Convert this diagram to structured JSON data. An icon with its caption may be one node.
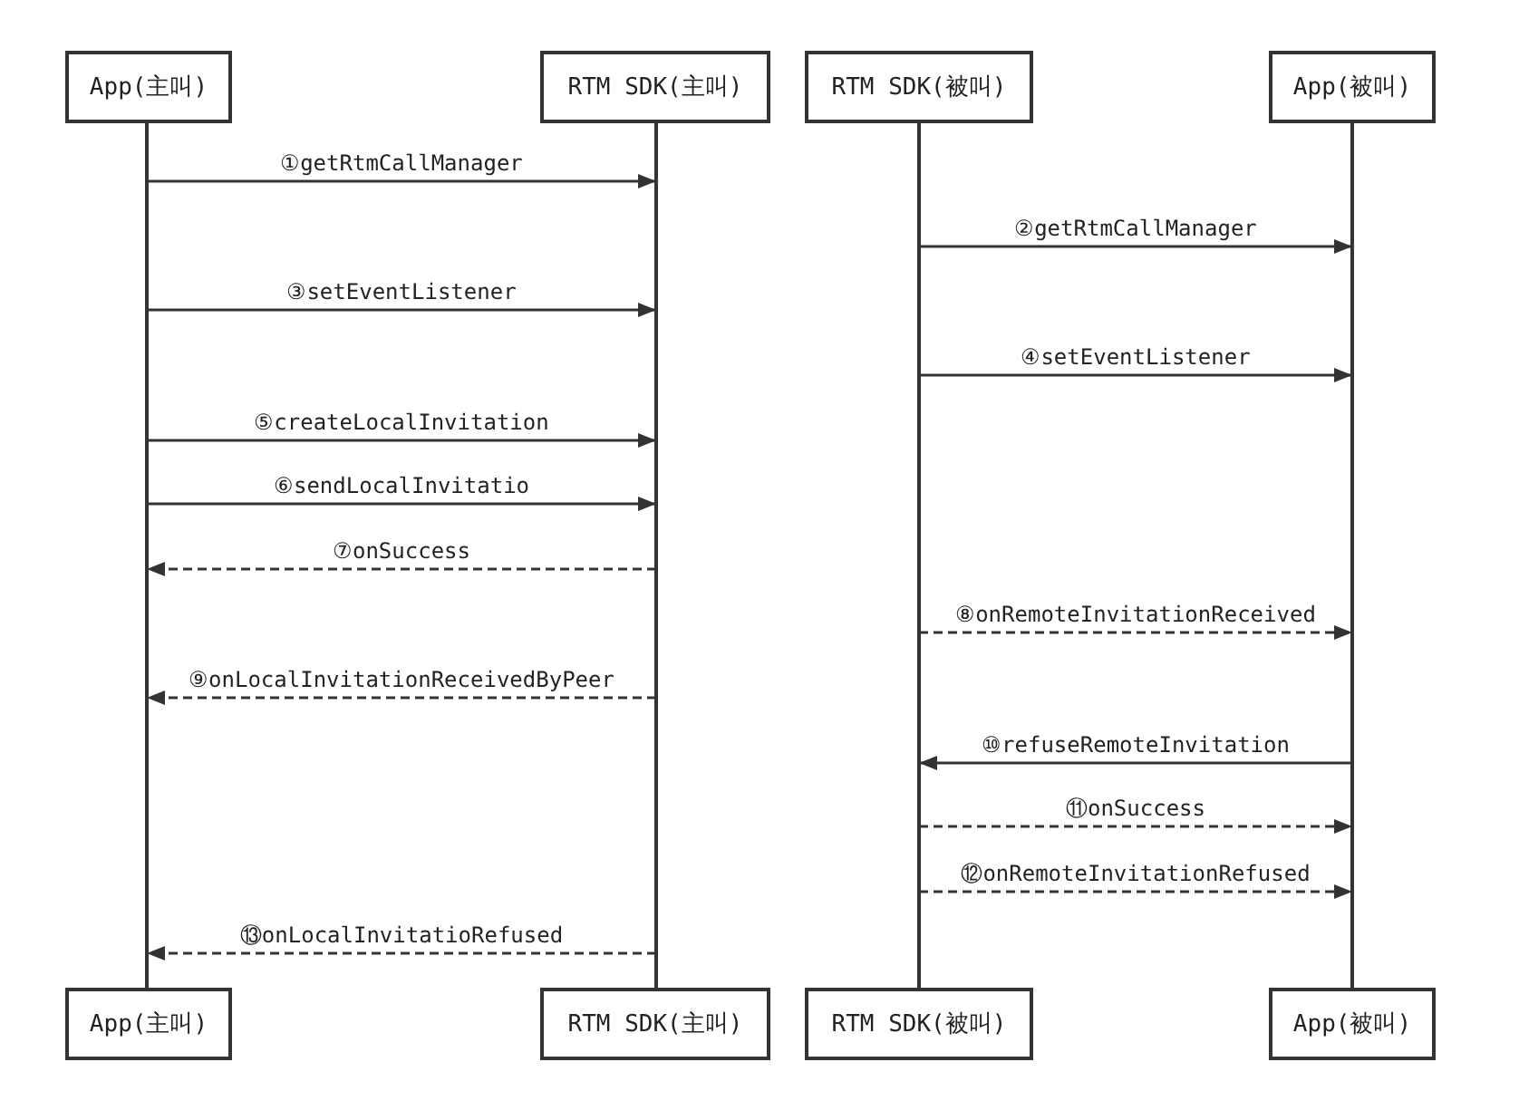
{
  "diagram": {
    "nodes": [
      {
        "text": [
          "App(主叫)"
        ]
      },
      {
        "text": [
          "RTM SDK(主叫)"
        ]
      },
      {
        "text": [
          "RTM SDK(被叫)"
        ]
      },
      {
        "text": [
          "App(被叫)"
        ]
      },
      {
        "text": [
          "App(主叫)"
        ]
      },
      {
        "text": [
          "RTM SDK(主叫)"
        ]
      },
      {
        "text": [
          "RTM SDK(被叫)"
        ]
      },
      {
        "text": [
          "App(被叫)"
        ]
      },
      {
        "text": [],
        "shape": "bar"
      },
      {
        "text": [],
        "shape": "bar"
      },
      {
        "text": [],
        "shape": "bar"
      },
      {
        "text": [],
        "shape": "bar"
      }
    ],
    "edges": [
      {
        "from": 8,
        "to": 9,
        "arrow": "to",
        "label": "①getRtmCallManager"
      },
      {
        "from": 10,
        "to": 11,
        "arrow": "to",
        "label": "②getRtmCallManager"
      },
      {
        "from": 8,
        "to": 9,
        "arrow": "to",
        "label": "③setEventListener"
      },
      {
        "from": 10,
        "to": 11,
        "arrow": "to",
        "label": "④setEventListener"
      },
      {
        "from": 8,
        "to": 9,
        "arrow": "to",
        "label": "⑤createLocalInvitation"
      },
      {
        "from": 8,
        "to": 9,
        "arrow": "to",
        "label": "⑥sendLocalInvitatio"
      },
      {
        "from": 9,
        "to": 8,
        "arrow": "to",
        "label": "⑦onSuccess",
        "style": "dashed"
      },
      {
        "from": 10,
        "to": 11,
        "arrow": "to",
        "label": "⑧onRemoteInvitationReceived",
        "style": "dashed"
      },
      {
        "from": 9,
        "to": 8,
        "arrow": "to",
        "label": "⑨onLocalInvitationReceivedByPeer",
        "style": "dashed"
      },
      {
        "from": 11,
        "to": 10,
        "arrow": "to",
        "label": "⑩refuseRemoteInvitation"
      },
      {
        "from": 10,
        "to": 11,
        "arrow": "to",
        "label": "⑪onSuccess",
        "style": "dashed"
      },
      {
        "from": 10,
        "to": 11,
        "arrow": "to",
        "label": "⑫onRemoteInvitationRefused",
        "style": "dashed"
      },
      {
        "from": 9,
        "to": 8,
        "arrow": "to",
        "label": "⑬onLocalInvitatioRefused",
        "style": "dashed"
      }
    ]
  }
}
